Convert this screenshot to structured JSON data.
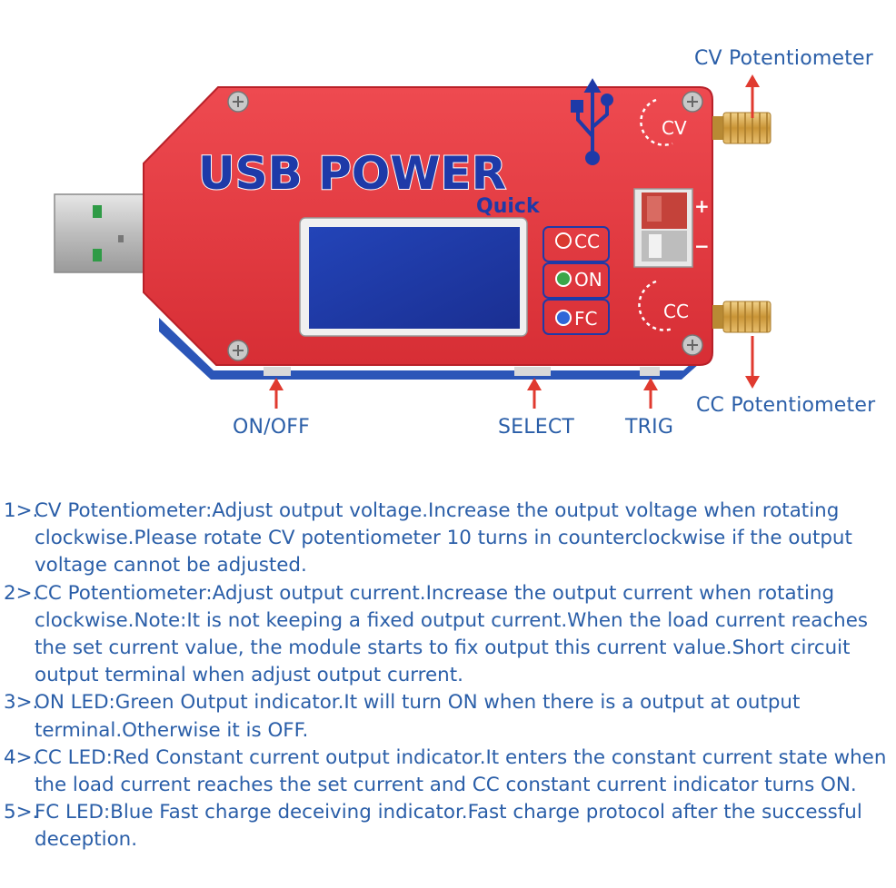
{
  "device": {
    "brand_text": "USB POWER",
    "brand_sub": "Quick",
    "knob_cv_label": "CV",
    "knob_cc_label": "CC",
    "led_cc_label": "CC",
    "led_on_label": "ON",
    "led_fc_label": "FC",
    "switch_plus": "+",
    "switch_minus": "−"
  },
  "callouts": {
    "cv_potentiometer": "CV Potentiometer",
    "cc_potentiometer": "CC Potentiometer",
    "on_off": "ON/OFF",
    "select": "SELECT",
    "trig": "TRIG"
  },
  "colors": {
    "board_red": "#e8383e",
    "label_blue": "#2a5ea8",
    "lcd_blue": "#1e3aa8",
    "led_red": "#d93a2f",
    "led_green": "#3aa64a",
    "led_blue": "#2f66d8",
    "brass": "#d9a84a"
  },
  "descriptions": [
    {
      "num": "1>.",
      "text": "CV Potentiometer:Adjust output voltage.Increase the output voltage when rotating clockwise.Please rotate CV potentiometer 10 turns in counterclockwise if the output voltage cannot be adjusted."
    },
    {
      "num": "2>.",
      "text": "CC Potentiometer:Adjust output current.Increase the output current when rotating clockwise.Note:It is not keeping a fixed output current.When the load current reaches the set current value, the module starts to fix output this current value.Short circuit output terminal when adjust output current."
    },
    {
      "num": "3>.",
      "text": "ON LED:Green Output indicator.It will turn ON when there is a output at output terminal.Otherwise it is OFF."
    },
    {
      "num": "4>.",
      "text": "CC LED:Red Constant current output indicator.It enters the constant current state when the load current reaches the set current and CC constant current indicator turns ON."
    },
    {
      "num": "5>.",
      "text": "FC LED:Blue Fast charge deceiving indicator.Fast charge protocol after the successful deception."
    }
  ]
}
